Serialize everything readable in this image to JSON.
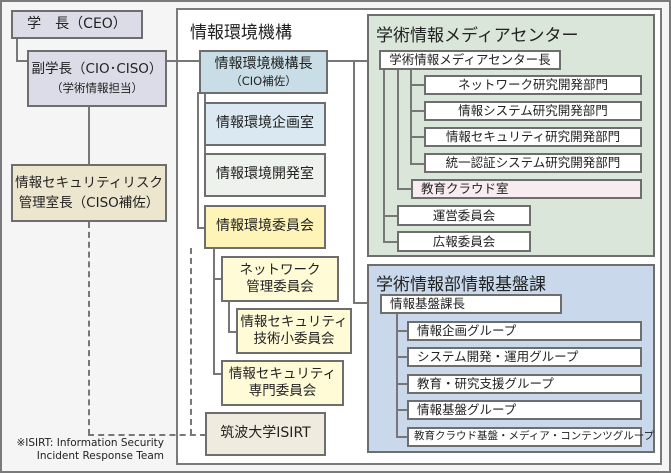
{
  "leadership": {
    "president": "学　長（CEO）",
    "vice_president_line1": "副学長（CIO･CISO）",
    "vice_president_line2": "（学術情報担当）",
    "security_risk_line1": "情報セキュリティリスク",
    "security_risk_line2": "管理室長（CISO補佐）"
  },
  "organization": {
    "title": "情報環境機構",
    "head_line1": "情報環境機構長",
    "head_line2": "（CIO補佐）",
    "planning_office": "情報環境企画室",
    "development_office": "情報環境開発室",
    "committee": "情報環境委員会",
    "network_committee_line1": "ネットワーク",
    "network_committee_line2": "管理委員会",
    "security_subcommittee_line1": "情報セキュリティ",
    "security_subcommittee_line2": "技術小委員会",
    "security_expert_line1": "情報セキュリティ",
    "security_expert_line2": "専門委員会",
    "isirt": "筑波大学ISIRT"
  },
  "media_center": {
    "title": "学術情報メディアセンター",
    "head": "学術情報メディアセンター長",
    "divisions": [
      "ネットワーク研究開発部門",
      "情報システム研究開発部門",
      "情報セキュリティ研究開発部門",
      "統一認証システム研究開発部門"
    ],
    "cloud_office": "教育クラウド室",
    "steering_committee": "運営委員会",
    "pr_committee": "広報委員会"
  },
  "infrastructure_division": {
    "title": "学術情報部情報基盤課",
    "head": "情報基盤課長",
    "groups": [
      "情報企画グループ",
      "システム開発・運用グループ",
      "教育・研究支援グループ",
      "情報基盤グループ",
      "教育クラウド基盤・メディア・コンテンツグループ"
    ]
  },
  "footnote": {
    "line1": "※ISIRT: Information Security",
    "line2": "Incident Response Team"
  }
}
